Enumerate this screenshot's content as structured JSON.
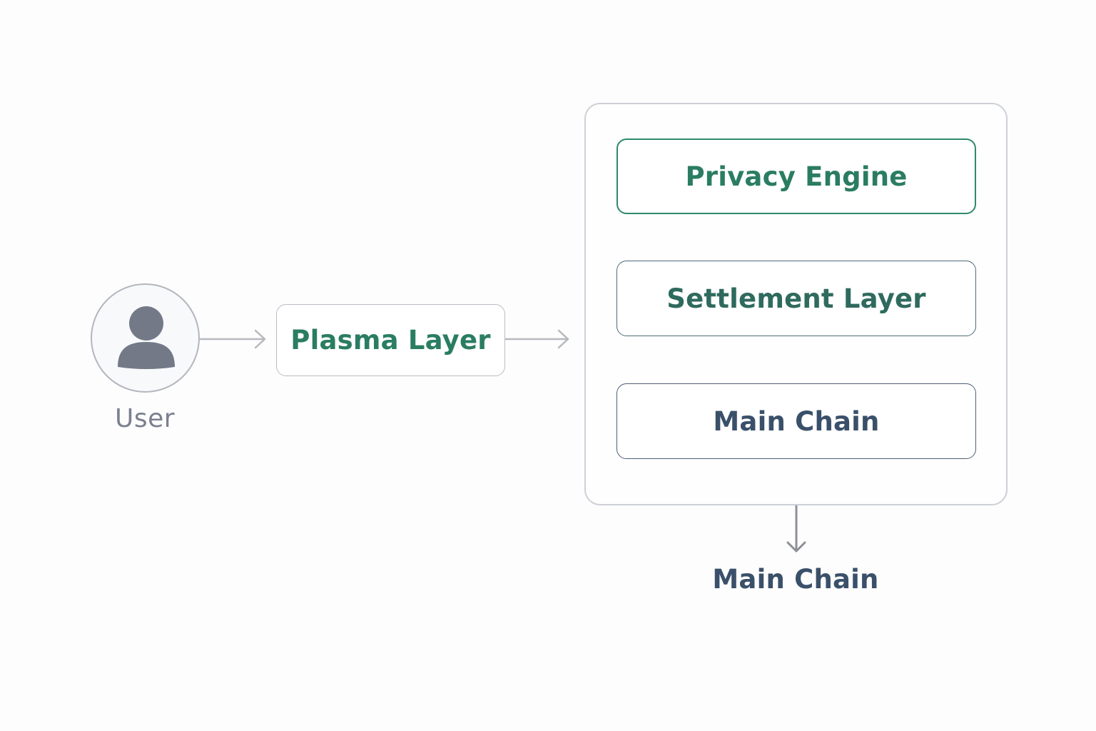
{
  "diagram": {
    "user": {
      "label": "User",
      "icon": "person-icon"
    },
    "plasma_layer": {
      "label": "Plasma Layer"
    },
    "stack": {
      "privacy_engine": {
        "label": "Privacy Engine"
      },
      "settlement_layer": {
        "label": "Settlement Layer"
      },
      "main_chain": {
        "label": "Main Chain"
      }
    },
    "output": {
      "label": "Main Chain"
    }
  },
  "colors": {
    "accent_green": "#2a7d62",
    "slate_blue": "#3a506a",
    "connector_gray": "#b4b6bd",
    "icon_gray": "#737987"
  }
}
